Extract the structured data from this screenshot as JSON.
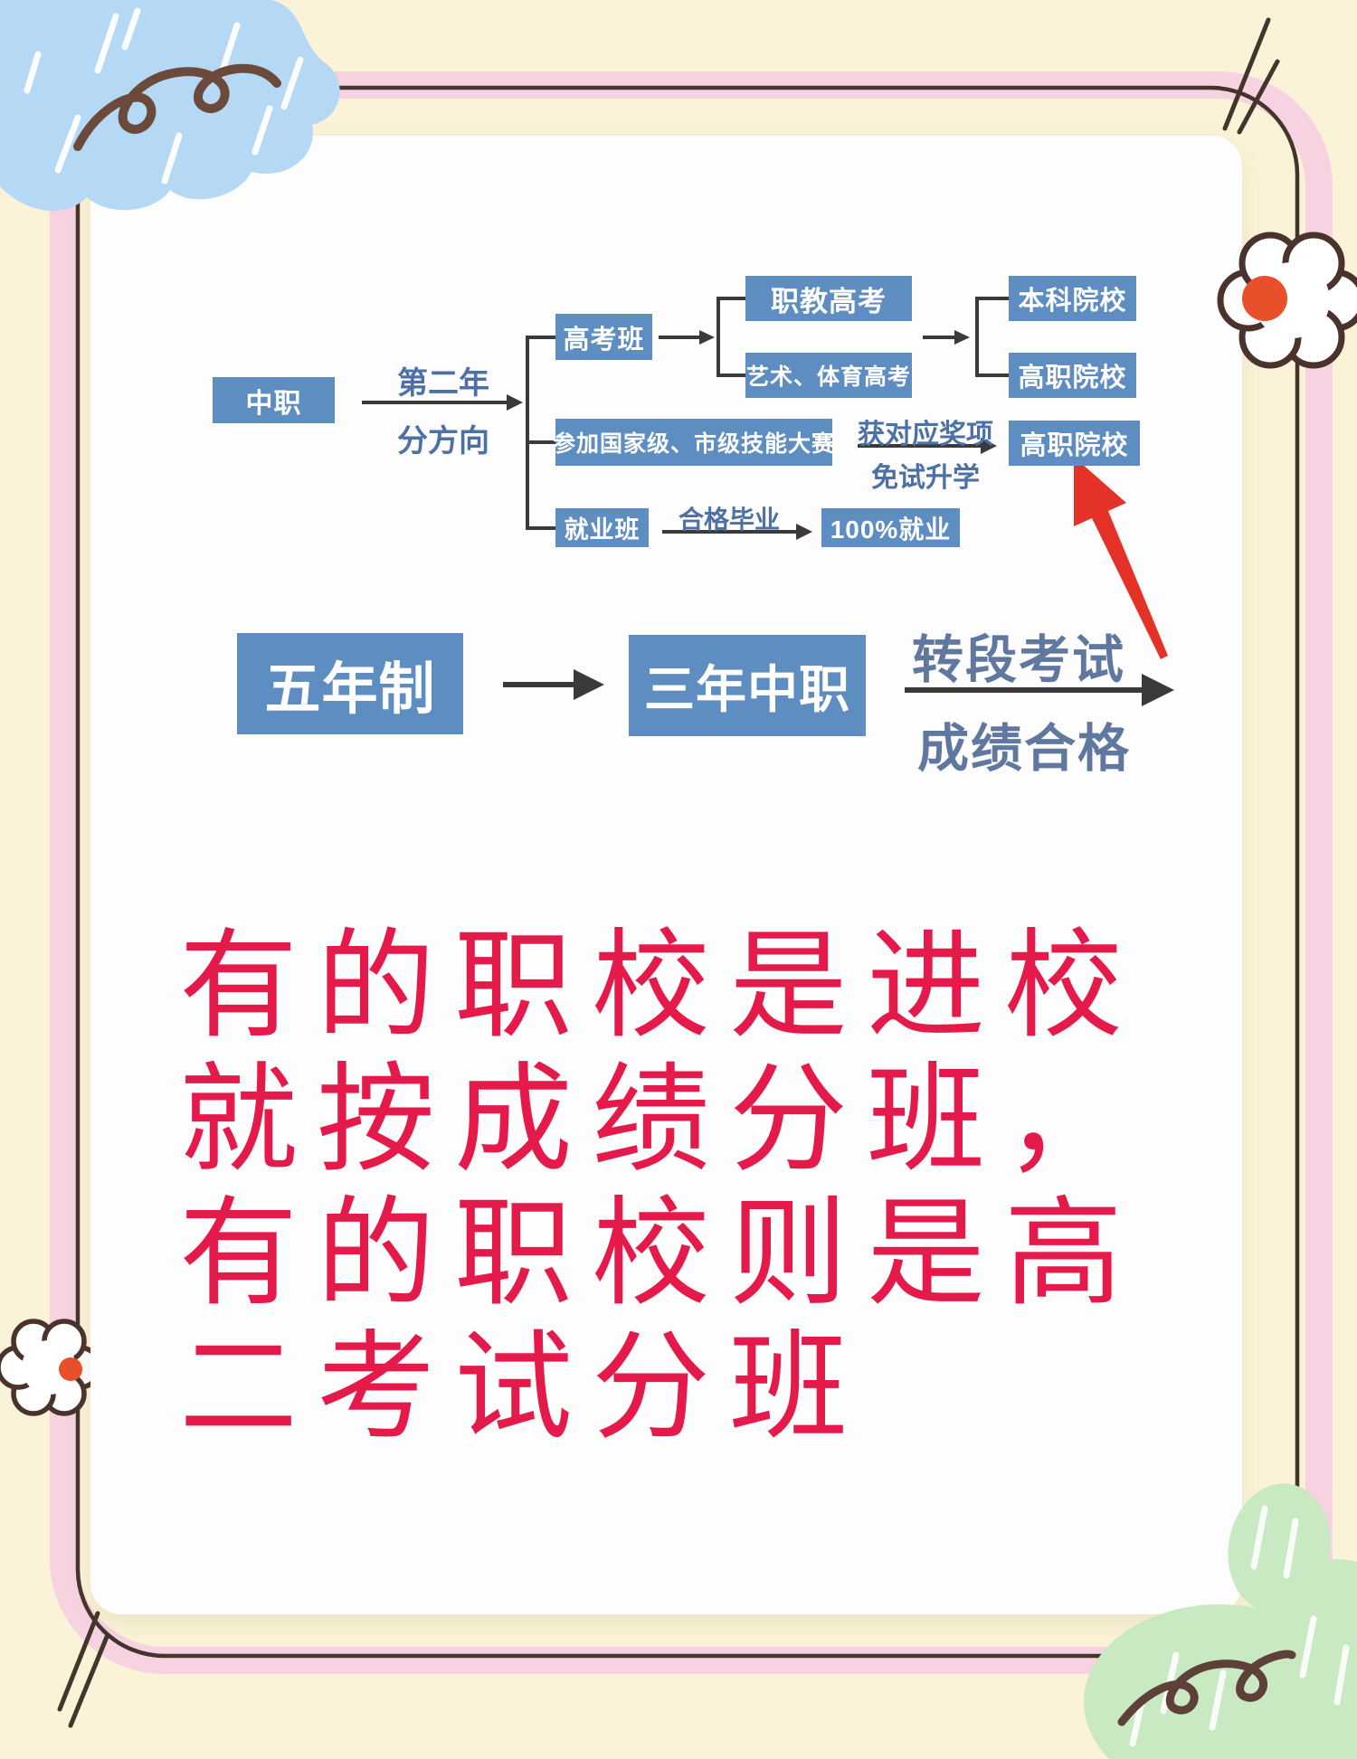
{
  "colors": {
    "background": "#fbf3d7",
    "frame_pink": "#f7d2e1",
    "frame_line": "#44352c",
    "card_white": "#fdfdfd",
    "box_blue": "#5e8dc2",
    "box_text": "#ffffff",
    "label_blue": "#4d71a6",
    "big_label_blue": "#60789f",
    "arrow_dark": "#3a3a3a",
    "red_arrow": "#e53228",
    "red_text": "#e41a4b",
    "cloud_blue": "#b5d9f4",
    "leaf_green": "#c9e9c2",
    "doodle_brown": "#5d4037",
    "flower_center_orange": "#e8502a"
  },
  "flowchart": {
    "nodes": {
      "zhongzhi": "中职",
      "gaokaoban": "高考班",
      "zhijiao_gaokao": "职教高考",
      "yishu_tiyu_gaokao": "艺术、体育高考",
      "benke_yuanxiao": "本科院校",
      "gaozhi_yuanxiao_top": "高职院校",
      "dasai": "参加国家级、市级技能大赛",
      "gaozhi_yuanxiao_mid": "高职院校",
      "jiuyeban": "就业班",
      "jiuye_100": "100%就业"
    },
    "labels": {
      "year2_line1": "第二年",
      "year2_line2": "分方向",
      "award_line1": "获对应奖项",
      "award_line2": "免试升学",
      "graduate": "合格毕业"
    }
  },
  "five_year": {
    "box1": "五年制",
    "box2": "三年中职",
    "label_line1": "转段考试",
    "label_line2": "成绩合格"
  },
  "caption": {
    "lines": [
      "有的职校是进校",
      "就按成绩分班，",
      "有的职校则是高",
      "二考试分班"
    ]
  }
}
